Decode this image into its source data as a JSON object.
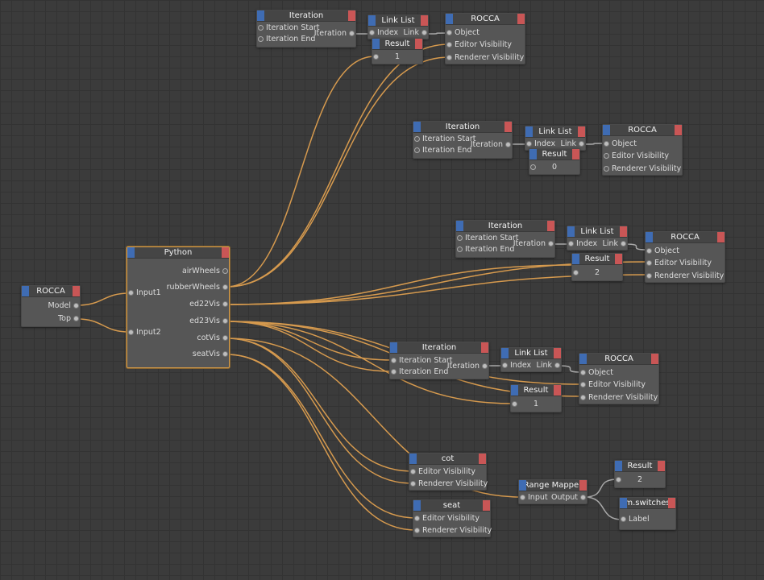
{
  "colors": {
    "wire": "#d69a4e",
    "wire_gray": "#a8a8a8",
    "header_input_tab": "#3f6cb3",
    "header_output_tab": "#c95656"
  },
  "python": {
    "title": "Python",
    "inputs": [
      "Input1",
      "Input2"
    ],
    "outputs": [
      "airWheels",
      "rubberWheels",
      "ed22Vis",
      "ed23Vis",
      "cotVis",
      "seatVis"
    ]
  },
  "rocca_main": {
    "title": "ROCCA",
    "outputs": [
      "Model",
      "Top"
    ]
  },
  "groups": [
    {
      "iteration_title": "Iteration",
      "iteration_inputs": [
        "Iteration Start",
        "Iteration End"
      ],
      "iteration_output": "Iteration",
      "linklist_title": "Link List",
      "linklist_input": "Index",
      "linklist_output": "Link",
      "result_title": "Result",
      "result_value": "1",
      "rocca_title": "ROCCA",
      "rocca_inputs": [
        "Object",
        "Editor Visibility",
        "Renderer Visibility"
      ]
    },
    {
      "iteration_title": "Iteration",
      "iteration_inputs": [
        "Iteration Start",
        "Iteration End"
      ],
      "iteration_output": "Iteration",
      "linklist_title": "Link List",
      "linklist_input": "Index",
      "linklist_output": "Link",
      "result_title": "Result",
      "result_value": "0",
      "rocca_title": "ROCCA",
      "rocca_inputs": [
        "Object",
        "Editor Visibility",
        "Renderer Visibility"
      ]
    },
    {
      "iteration_title": "Iteration",
      "iteration_inputs": [
        "Iteration Start",
        "Iteration End"
      ],
      "iteration_output": "Iteration",
      "linklist_title": "Link List",
      "linklist_input": "Index",
      "linklist_output": "Link",
      "result_title": "Result",
      "result_value": "2",
      "rocca_title": "ROCCA",
      "rocca_inputs": [
        "Object",
        "Editor Visibility",
        "Renderer Visibility"
      ]
    },
    {
      "iteration_title": "Iteration",
      "iteration_inputs": [
        "Iteration Start",
        "Iteration End"
      ],
      "iteration_output": "Iteration",
      "linklist_title": "Link List",
      "linklist_input": "Index",
      "linklist_output": "Link",
      "result_title": "Result",
      "result_value": "1",
      "rocca_title": "ROCCA",
      "rocca_inputs": [
        "Object",
        "Editor Visibility",
        "Renderer Visibility"
      ]
    }
  ],
  "cot": {
    "title": "cot",
    "inputs": [
      "Editor Visibility",
      "Renderer Visibility"
    ]
  },
  "seat": {
    "title": "seat",
    "inputs": [
      "Editor Visibility",
      "Renderer Visibility"
    ]
  },
  "range_mapper": {
    "title": "Range Mapper",
    "input": "Input",
    "output": "Output"
  },
  "result_bottom": {
    "title": "Result",
    "value": "2"
  },
  "mswitches": {
    "title": "m.switches",
    "input": "Label"
  }
}
